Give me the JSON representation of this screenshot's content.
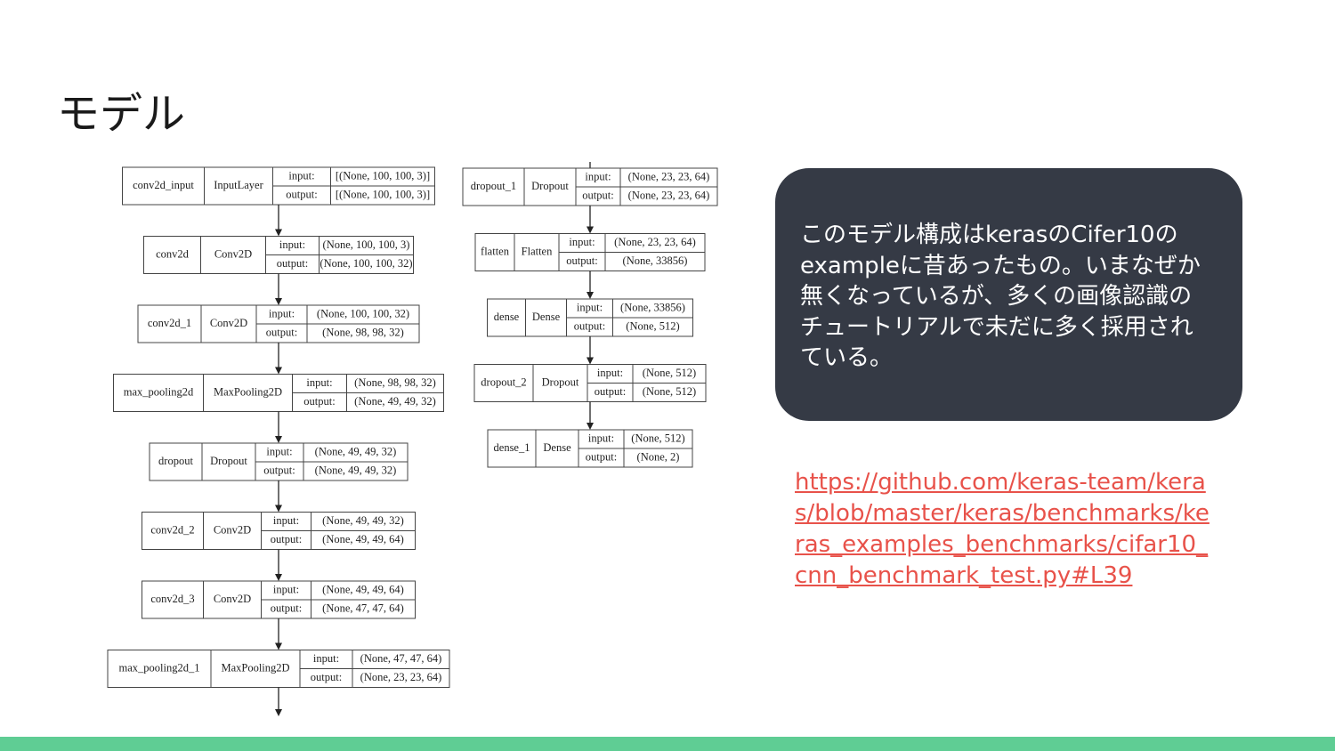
{
  "slide": {
    "title": "モデル",
    "description": "このモデル構成はkerasのCifer10のexampleに昔あったもの。いまなぜか無くなっているが、多くの画像認識のチュートリアルで未だに多く採用されている。",
    "link": "https://github.com/keras-team/keras/blob/master/keras/benchmarks/keras_examples_benchmarks/cifar10_cnn_benchmark_test.py#L39"
  },
  "diagram": {
    "io_labels": {
      "input": "input:",
      "output": "output:"
    },
    "columns": [
      {
        "layers": [
          {
            "name": "conv2d_input",
            "type": "InputLayer",
            "input": "[(None, 100, 100, 3)]",
            "output": "[(None, 100, 100, 3)]"
          },
          {
            "name": "conv2d",
            "type": "Conv2D",
            "input": "(None, 100, 100, 3)",
            "output": "(None, 100, 100, 32)"
          },
          {
            "name": "conv2d_1",
            "type": "Conv2D",
            "input": "(None, 100, 100, 32)",
            "output": "(None, 98, 98, 32)"
          },
          {
            "name": "max_pooling2d",
            "type": "MaxPooling2D",
            "input": "(None, 98, 98, 32)",
            "output": "(None, 49, 49, 32)"
          },
          {
            "name": "dropout",
            "type": "Dropout",
            "input": "(None, 49, 49, 32)",
            "output": "(None, 49, 49, 32)"
          },
          {
            "name": "conv2d_2",
            "type": "Conv2D",
            "input": "(None, 49, 49, 32)",
            "output": "(None, 49, 49, 64)"
          },
          {
            "name": "conv2d_3",
            "type": "Conv2D",
            "input": "(None, 49, 49, 64)",
            "output": "(None, 47, 47, 64)"
          },
          {
            "name": "max_pooling2d_1",
            "type": "MaxPooling2D",
            "input": "(None, 47, 47, 64)",
            "output": "(None, 23, 23, 64)"
          }
        ]
      },
      {
        "layers": [
          {
            "name": "dropout_1",
            "type": "Dropout",
            "input": "(None, 23, 23, 64)",
            "output": "(None, 23, 23, 64)"
          },
          {
            "name": "flatten",
            "type": "Flatten",
            "input": "(None, 23, 23, 64)",
            "output": "(None, 33856)"
          },
          {
            "name": "dense",
            "type": "Dense",
            "input": "(None, 33856)",
            "output": "(None, 512)"
          },
          {
            "name": "dropout_2",
            "type": "Dropout",
            "input": "(None, 512)",
            "output": "(None, 512)"
          },
          {
            "name": "dense_1",
            "type": "Dense",
            "input": "(None, 512)",
            "output": "(None, 2)"
          }
        ]
      }
    ]
  }
}
